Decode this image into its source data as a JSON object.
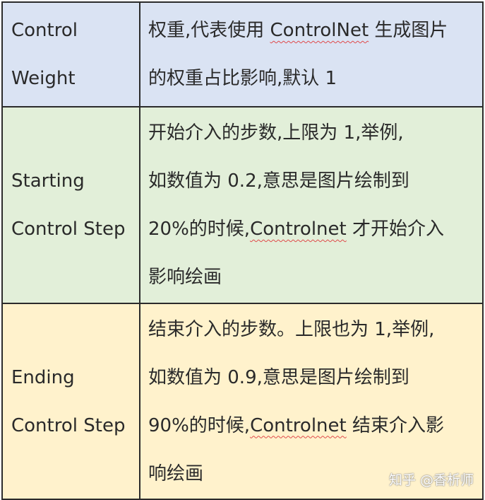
{
  "rows": [
    {
      "label": [
        "Control",
        "Weight"
      ],
      "desc": [
        {
          "pre": "权重,代表使用 ",
          "term": "ControlNet",
          "post": " 生成图片"
        },
        {
          "pre": "的权重占比影响,默认 1",
          "term": "",
          "post": ""
        }
      ]
    },
    {
      "label": [
        "Starting",
        "Control Step"
      ],
      "desc": [
        {
          "pre": "开始介入的步数,上限为 1,举例,",
          "term": "",
          "post": ""
        },
        {
          "pre": "如数值为 0.2,意思是图片绘制到",
          "term": "",
          "post": ""
        },
        {
          "pre": "20%的时候,",
          "term": "Controlnet",
          "post": " 才开始介入"
        },
        {
          "pre": "影响绘画",
          "term": "",
          "post": ""
        }
      ]
    },
    {
      "label": [
        "Ending",
        "Control Step"
      ],
      "desc": [
        {
          "pre": "结束介入的步数。上限也为 1,举例,",
          "term": "",
          "post": ""
        },
        {
          "pre": "如数值为 0.9,意思是图片绘制到",
          "term": "",
          "post": ""
        },
        {
          "pre": "90%的时候,",
          "term": "Controlnet",
          "post": " 结束介入影"
        },
        {
          "pre": "响绘画",
          "term": "",
          "post": ""
        }
      ]
    }
  ],
  "watermark": "知乎 @香析师"
}
